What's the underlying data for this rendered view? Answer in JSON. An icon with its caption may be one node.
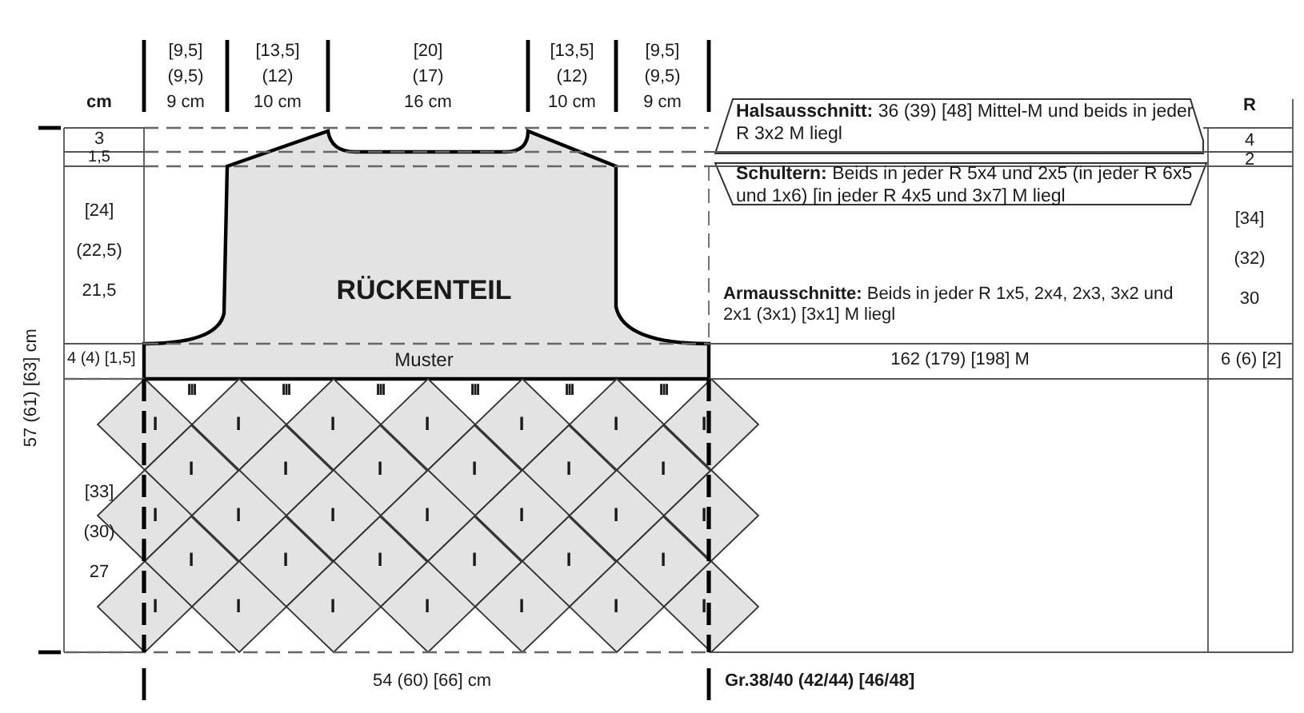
{
  "diagram": {
    "nodes": [
      {
        "text": [
          "RÜCKENTEIL",
          "Muster"
        ]
      },
      {
        "text": [
          "**Halsausschnitt:** 36 (39) [48] Mittel-M und beids in jeder R 3x2 M liegl"
        ]
      },
      {
        "text": [
          "**Schultern:** Beids in jeder R 5x4 und 2x5 (in jeder R 6x5 und 1x6) [in jeder R 4x5 und 3x7] M liegl"
        ]
      },
      {
        "text": [
          "I"
        ]
      },
      {
        "text": [
          "I"
        ]
      },
      {
        "text": [
          "I"
        ]
      },
      {
        "text": [
          "I"
        ]
      },
      {
        "text": [
          "I"
        ]
      },
      {
        "text": [
          "I"
        ]
      },
      {
        "text": [
          "I"
        ]
      },
      {
        "text": [
          "I"
        ]
      },
      {
        "text": [
          "I"
        ]
      },
      {
        "text": [
          "I"
        ]
      },
      {
        "text": [
          "I"
        ]
      },
      {
        "text": [
          "I"
        ]
      },
      {
        "text": [
          "I"
        ]
      },
      {
        "text": [
          "I"
        ]
      },
      {
        "text": [
          "I"
        ]
      },
      {
        "text": [
          "I"
        ]
      },
      {
        "text": [
          "I"
        ]
      },
      {
        "text": [
          "I"
        ]
      },
      {
        "text": [
          "I"
        ]
      },
      {
        "text": [
          "I"
        ]
      },
      {
        "text": [
          "I"
        ]
      },
      {
        "text": [
          "I"
        ]
      },
      {
        "text": [
          "I"
        ]
      },
      {
        "text": [
          "I"
        ]
      },
      {
        "text": [
          "I"
        ]
      },
      {
        "text": [
          "I"
        ]
      },
      {
        "text": [
          "I"
        ]
      },
      {
        "text": [
          "I"
        ]
      },
      {
        "text": [
          "I"
        ]
      },
      {
        "text": [
          "I"
        ]
      },
      {
        "text": [
          "I"
        ]
      },
      {
        "text": [
          "I"
        ]
      },
      {
        "text": [
          "I"
        ]
      }
    ],
    "labels": [
      "cm",
      "[9,5] (9,5) 9 cm",
      "[13,5] (12) 10 cm",
      "[20] (17) 16 cm",
      "[13,5] (12) 10 cm",
      "[9,5] (9,5) 9 cm",
      "R",
      "3",
      "4",
      "1,5",
      "2",
      "[24] (22,5) 21,5",
      "[34] (32) 30",
      "**Armausschnitte:** Beids in jeder R 1x5, 2x4, 2x3, 3x2 und 2x1 (3x1) [3x1] M liegl",
      "4 (4) [1,5]",
      "162 (179) [198] M",
      "6 (6) [2]",
      "57 (61) [63] cm",
      "III",
      "III",
      "III",
      "III",
      "III",
      "III",
      "[33] (30) 27",
      "54 (60) [66] cm",
      "Gr.38/40 (42/44) [46/48]"
    ]
  }
}
